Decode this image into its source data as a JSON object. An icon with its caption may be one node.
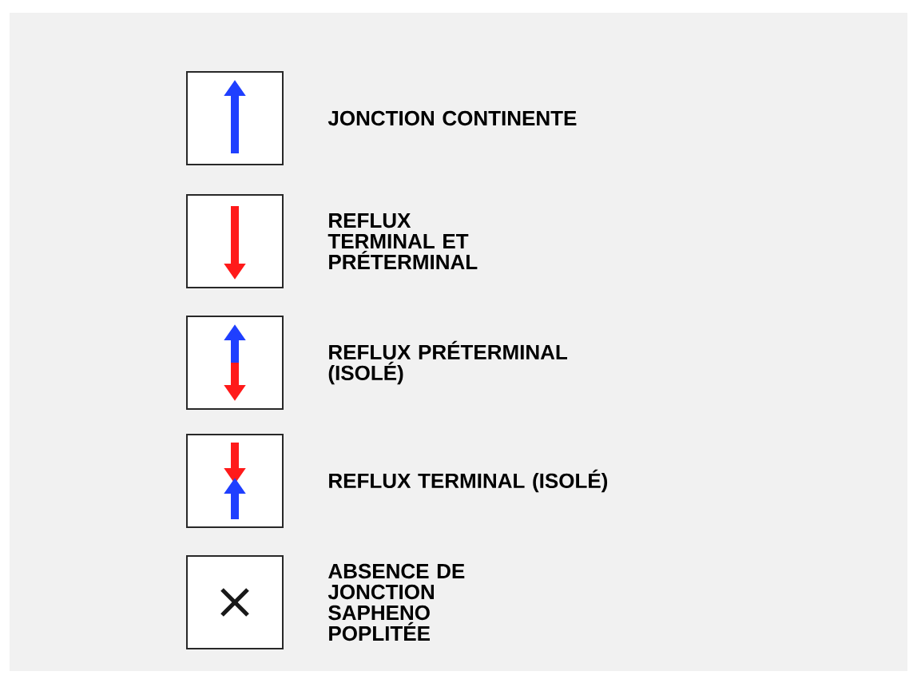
{
  "diagram": {
    "legend": [
      {
        "text": "JONCTION CONTINENTE"
      },
      {
        "text": "REFLUX TERMINAL ET PRÉTERMINAL"
      },
      {
        "text": "REFLUX PRÉTERMINAL (ISOLÉ)"
      },
      {
        "text": "REFLUX TERMINAL (ISOLÉ)"
      },
      {
        "text": "ABSENCE DE JONCTION SAPHENO POPLITÉE"
      }
    ]
  }
}
